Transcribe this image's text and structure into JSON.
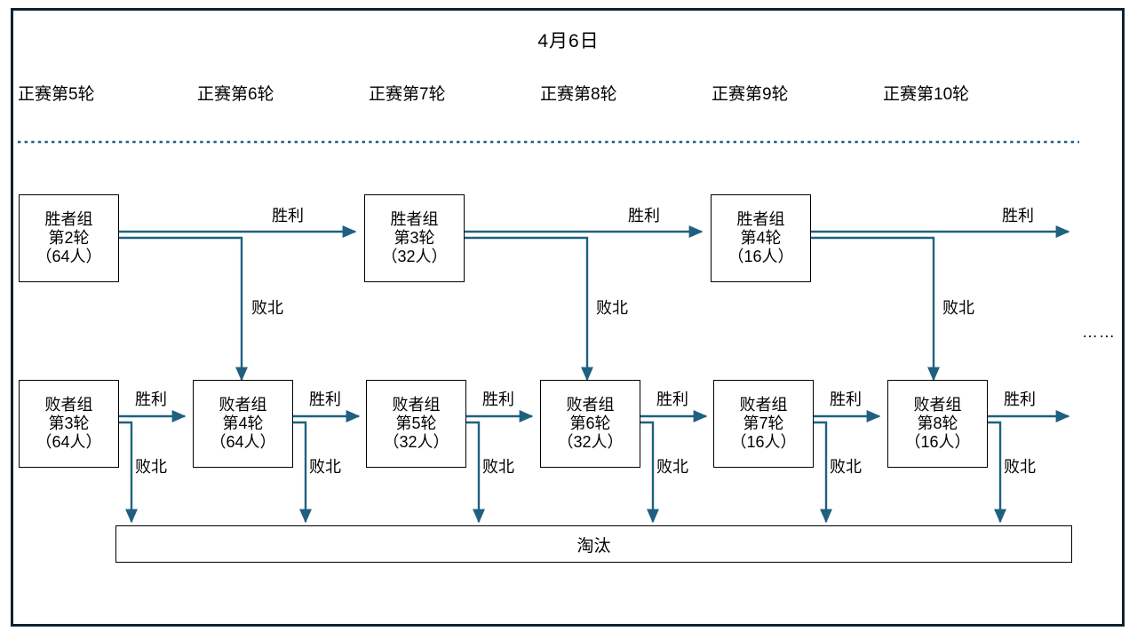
{
  "header": {
    "date_title": "4月6日",
    "round_labels": [
      "正赛第5轮",
      "正赛第6轮",
      "正赛第7轮",
      "正赛第8轮",
      "正赛第9轮",
      "正赛第10轮"
    ]
  },
  "colors": {
    "frame": "#0b2231",
    "connector": "#1f6080",
    "divider": "#1f6080",
    "box_border": "#000000",
    "background": "#ffffff"
  },
  "winners_bracket": [
    {
      "group": "胜者组",
      "round": "第2轮",
      "count": "（64人）"
    },
    {
      "group": "胜者组",
      "round": "第3轮",
      "count": "（32人）"
    },
    {
      "group": "胜者组",
      "round": "第4轮",
      "count": "（16人）"
    }
  ],
  "losers_bracket": [
    {
      "group": "败者组",
      "round": "第3轮",
      "count": "（64人）"
    },
    {
      "group": "败者组",
      "round": "第4轮",
      "count": "（64人）"
    },
    {
      "group": "败者组",
      "round": "第5轮",
      "count": "（32人）"
    },
    {
      "group": "败者组",
      "round": "第6轮",
      "count": "（32人）"
    },
    {
      "group": "败者组",
      "round": "第7轮",
      "count": "（16人）"
    },
    {
      "group": "败者组",
      "round": "第8轮",
      "count": "（16人）"
    }
  ],
  "elimination": {
    "label": "淘汰"
  },
  "continuation": {
    "ellipsis": "……"
  },
  "edge_labels": {
    "win": "胜利",
    "lose": "败北",
    "winners_win": [
      "胜利",
      "胜利",
      "胜利"
    ],
    "winners_lose": [
      "败北",
      "败北",
      "败北"
    ],
    "losers_win": [
      "胜利",
      "胜利",
      "胜利",
      "胜利",
      "胜利",
      "胜利"
    ],
    "losers_lose": [
      "败北",
      "败北",
      "败北",
      "败北",
      "败北",
      "败北"
    ]
  }
}
